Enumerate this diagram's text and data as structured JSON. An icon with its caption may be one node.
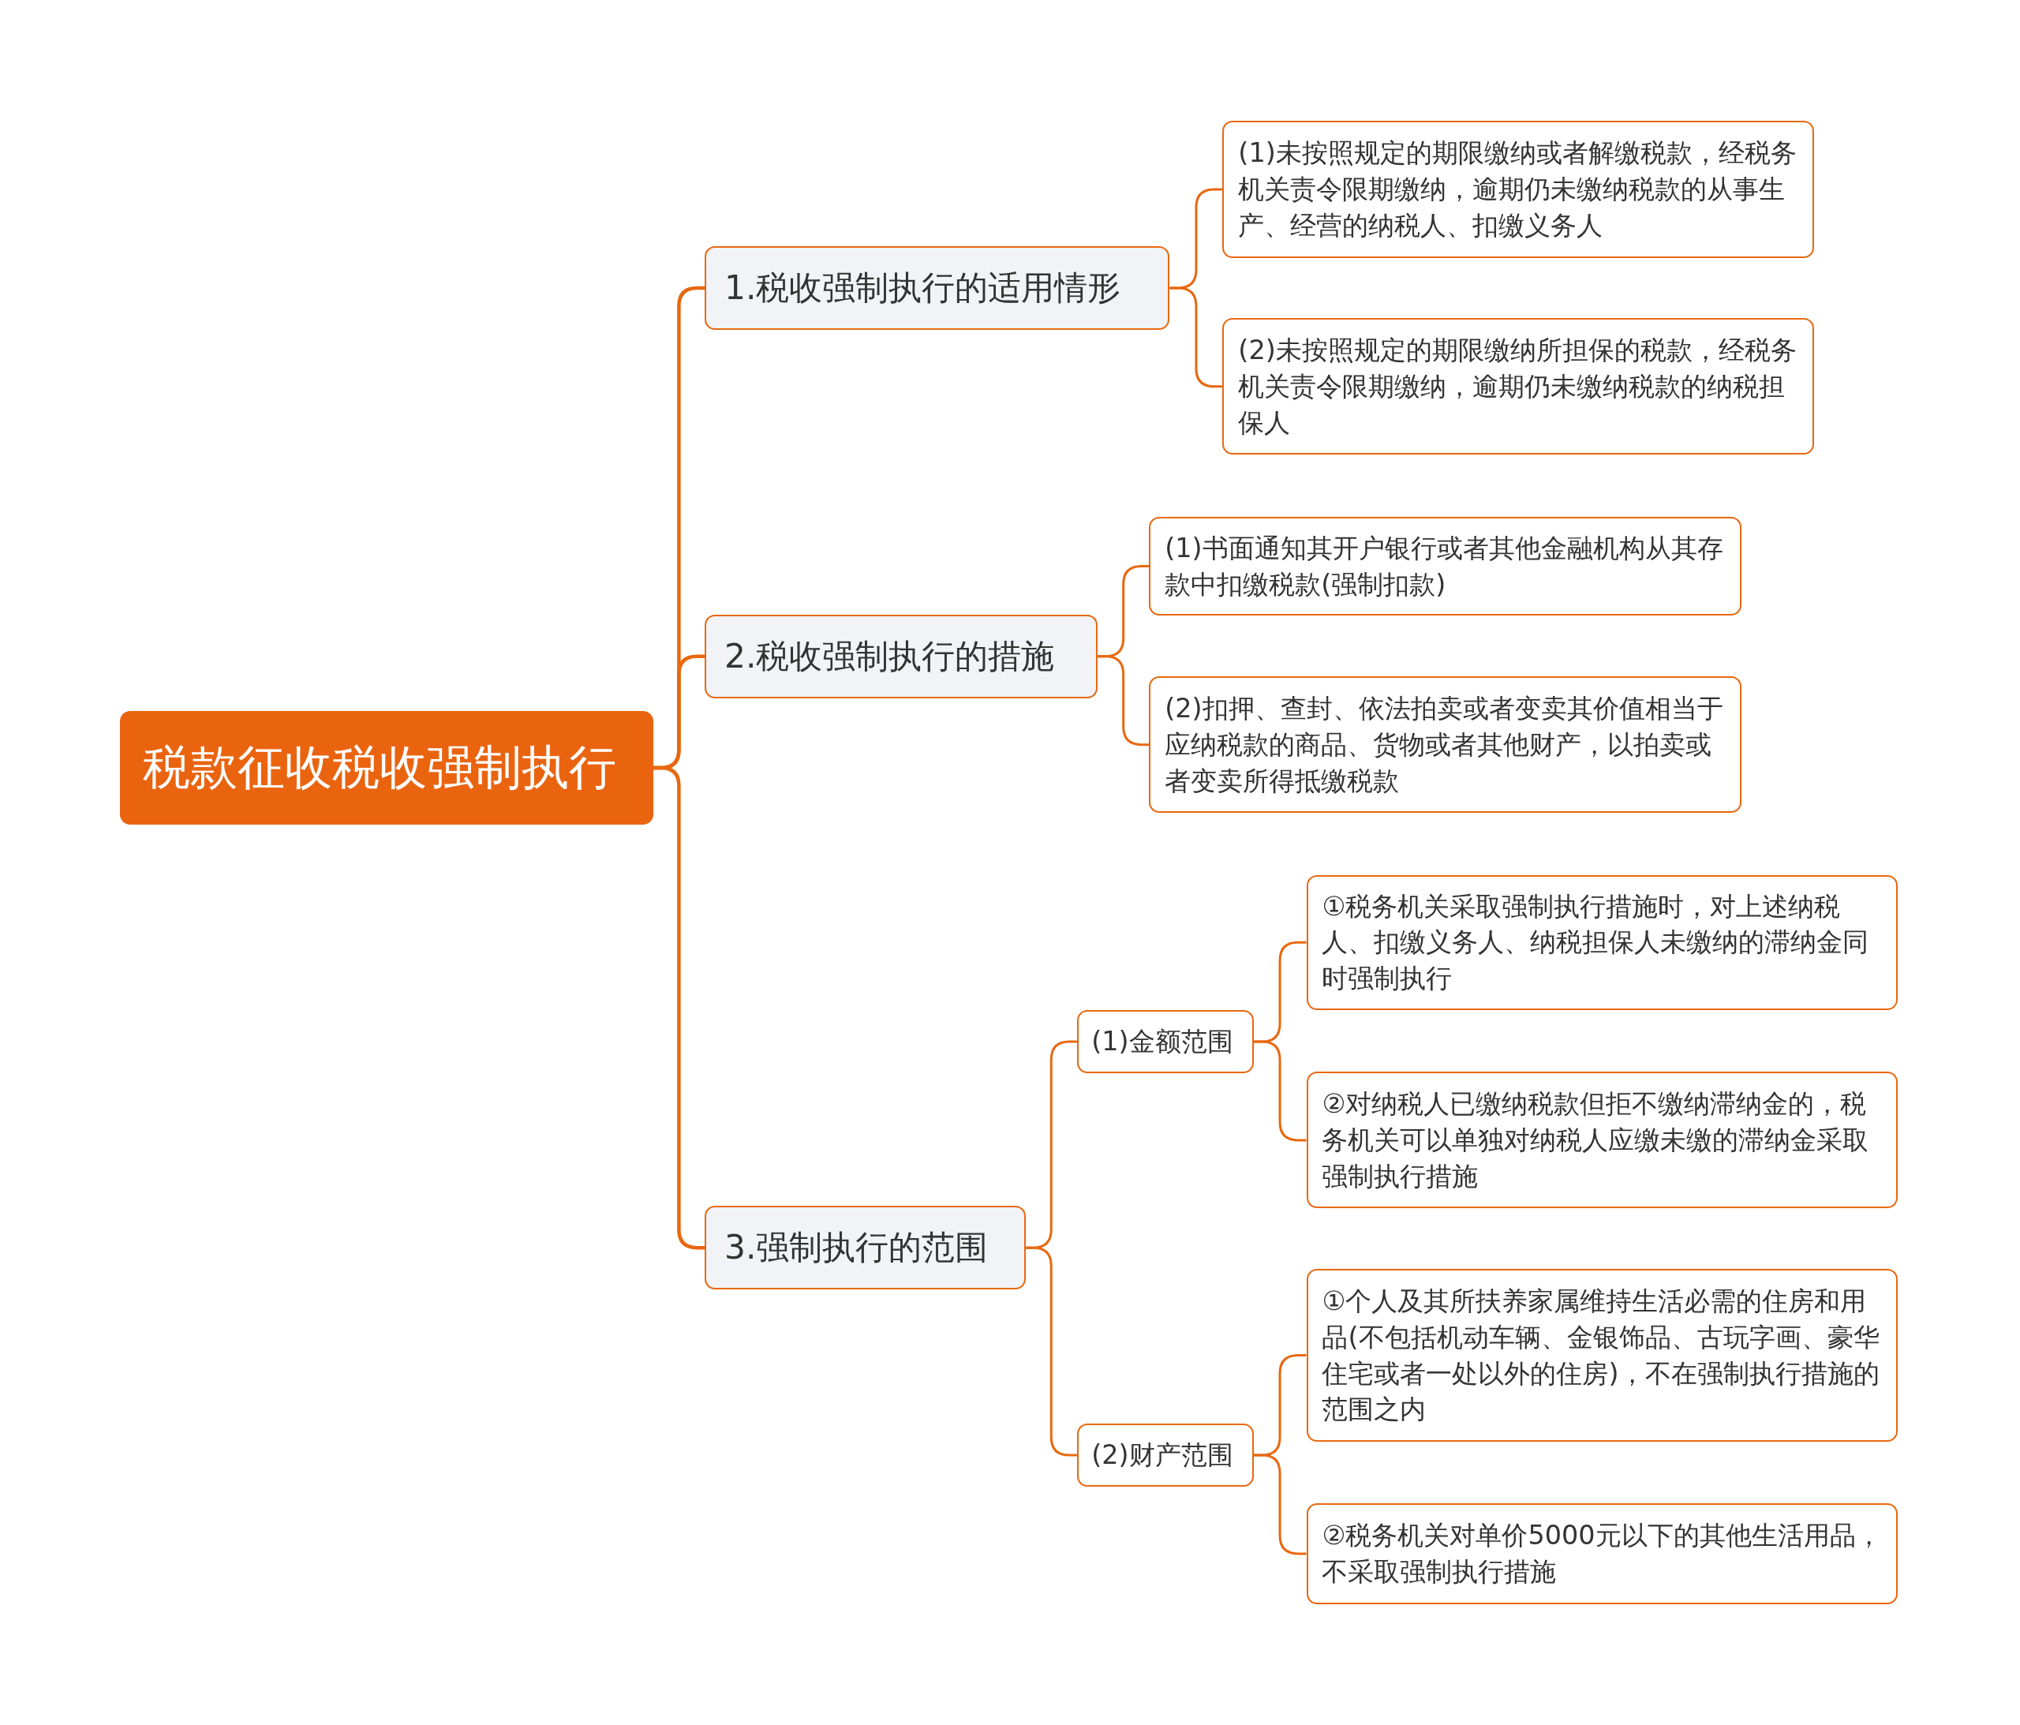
{
  "diagram": {
    "nodes": [
      {
        "text": [
          "税款征收税收强制执行"
        ]
      },
      {
        "text": [
          "1.税收强制执行的适用情形"
        ]
      },
      {
        "text": [
          "(1)未按照规定的期限缴纳或者解缴税款，经税务机关责令限期缴纳，逾期仍未缴纳税款的从事生产、经营的纳税人、扣缴义务人"
        ]
      },
      {
        "text": [
          "(2)未按照规定的期限缴纳所担保的税款，经税务机关责令限期缴纳，逾期仍未缴纳税款的纳税担保人"
        ]
      },
      {
        "text": [
          "2.税收强制执行的措施"
        ]
      },
      {
        "text": [
          "(1)书面通知其开户银行或者其他金融机构从其存款中扣缴税款(强制扣款)"
        ]
      },
      {
        "text": [
          "(2)扣押、查封、依法拍卖或者变卖其价值相当于应纳税款的商品、货物或者其他财产，以拍卖或者变卖所得抵缴税款"
        ]
      },
      {
        "text": [
          "3.强制执行的范围"
        ]
      },
      {
        "text": [
          "(1)金额范围"
        ]
      },
      {
        "text": [
          "①税务机关采取强制执行措施时，对上述纳税人、扣缴义务人、纳税担保人未缴纳的滞纳金同时强制执行"
        ]
      },
      {
        "text": [
          "②对纳税人已缴纳税款但拒不缴纳滞纳金的，税务机关可以单独对纳税人应缴未缴的滞纳金采取强制执行措施"
        ]
      },
      {
        "text": [
          "(2)财产范围"
        ]
      },
      {
        "text": [
          "①个人及其所扶养家属维持生活必需的住房和用品(不包括机动车辆、金银饰品、古玩字画、豪华住宅或者一处以外的住房)，不在强制执行措施的范围之内"
        ]
      },
      {
        "text": [
          "②税务机关对单价5000元以下的其他生活用品，不采取强制执行措施"
        ]
      }
    ],
    "edges": [
      {
        "from": 0,
        "to": 1,
        "arrow": "none"
      },
      {
        "from": 0,
        "to": 4,
        "arrow": "none"
      },
      {
        "from": 0,
        "to": 7,
        "arrow": "none"
      },
      {
        "from": 1,
        "to": 2,
        "arrow": "none"
      },
      {
        "from": 1,
        "to": 3,
        "arrow": "none"
      },
      {
        "from": 4,
        "to": 5,
        "arrow": "none"
      },
      {
        "from": 4,
        "to": 6,
        "arrow": "none"
      },
      {
        "from": 7,
        "to": 8,
        "arrow": "none"
      },
      {
        "from": 7,
        "to": 11,
        "arrow": "none"
      },
      {
        "from": 8,
        "to": 9,
        "arrow": "none"
      },
      {
        "from": 8,
        "to": 10,
        "arrow": "none"
      },
      {
        "from": 11,
        "to": 12,
        "arrow": "none"
      },
      {
        "from": 11,
        "to": 13,
        "arrow": "none"
      }
    ]
  }
}
